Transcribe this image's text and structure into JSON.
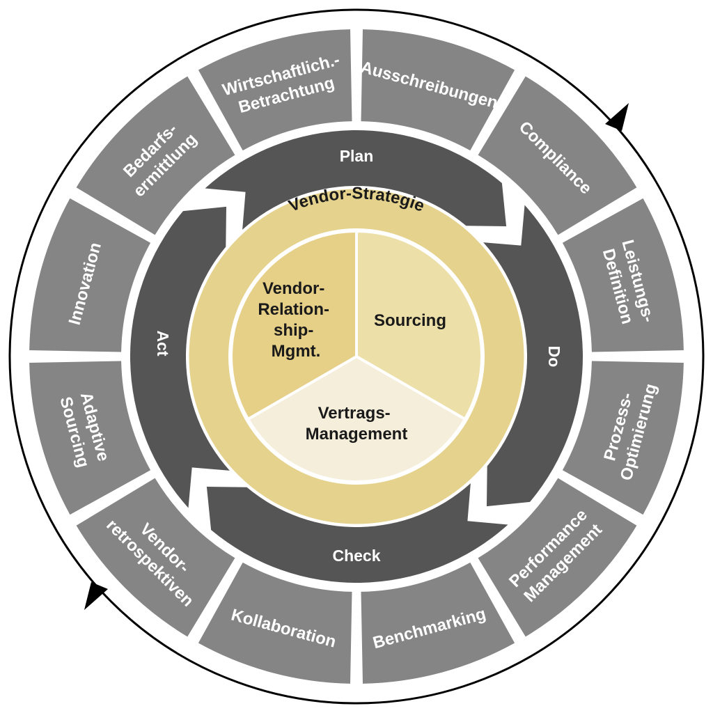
{
  "outer_segments": [
    {
      "lines": [
        "Ausschreibungen"
      ]
    },
    {
      "lines": [
        "Compliance"
      ]
    },
    {
      "lines": [
        "Leistungs-",
        "Definition"
      ]
    },
    {
      "lines": [
        "Prozess-",
        "Optimierung"
      ]
    },
    {
      "lines": [
        "Performance",
        "Management"
      ]
    },
    {
      "lines": [
        "Benchmarking"
      ]
    },
    {
      "lines": [
        "Kollaboration"
      ]
    },
    {
      "lines": [
        "Vendor-",
        "retrospektiven"
      ]
    },
    {
      "lines": [
        "Adaptive",
        "Sourcing"
      ]
    },
    {
      "lines": [
        "Innovation"
      ]
    },
    {
      "lines": [
        "Bedarfs-",
        "ermittlung"
      ]
    },
    {
      "lines": [
        "Wirtschaftlich.-",
        "Betrachtung"
      ]
    }
  ],
  "pdca": {
    "plan": "Plan",
    "do": "Do",
    "check": "Check",
    "act": "Act"
  },
  "strategy_ring_label": "Vendor-Strategie",
  "core": {
    "vendor_relationship": [
      "Vendor-",
      "Relation-",
      "ship-",
      "Mgmt."
    ],
    "sourcing": [
      "Sourcing"
    ],
    "vertrags": [
      "Vertrags-",
      "Management"
    ]
  },
  "colors": {
    "outer_segment": "#858585",
    "pdca_arrow": "#555555",
    "strategy_ring": "#e5d28d",
    "core_vendor_relationship": "#e6cf87",
    "core_sourcing": "#ecdfa8",
    "core_vertrags": "#f5eedb",
    "cycle_line": "#000000"
  }
}
